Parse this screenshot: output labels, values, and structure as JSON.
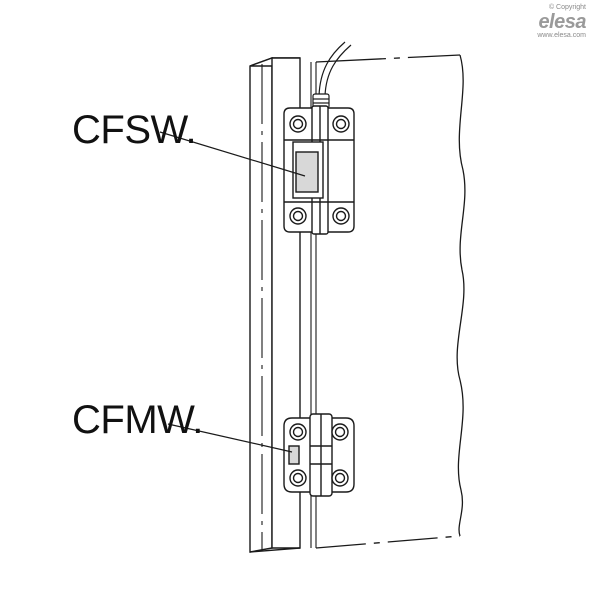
{
  "labels": {
    "top_hinge": "CFSW.",
    "bottom_hinge": "CFMW."
  },
  "brand": {
    "copyright": "© Copyright",
    "logo": "elesa",
    "url": "www.elesa.com"
  },
  "colors": {
    "line": "#1a1a1a",
    "part_fill": "#ffffff",
    "shade": "#d8d8d8",
    "brand": "#9a9a9a"
  }
}
